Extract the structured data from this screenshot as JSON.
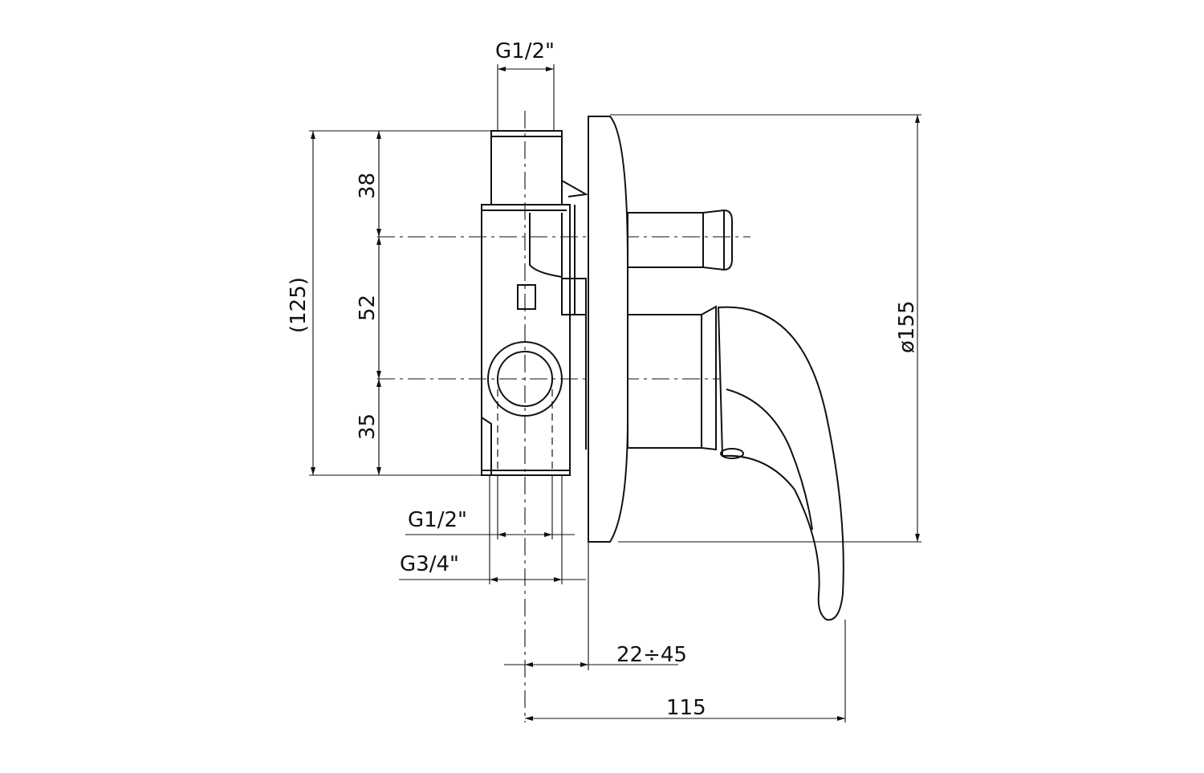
{
  "dimensions": {
    "top_inlet": "G1/2\"",
    "overall_height": "(125)",
    "upper_segment": "38",
    "middle_segment": "52",
    "lower_segment": "35",
    "bottom_inlet_small": "G1/2\"",
    "bottom_inlet_large": "G3/4\"",
    "wall_depth_range": "22÷45",
    "total_depth": "115",
    "plate_diameter": "ø155"
  }
}
